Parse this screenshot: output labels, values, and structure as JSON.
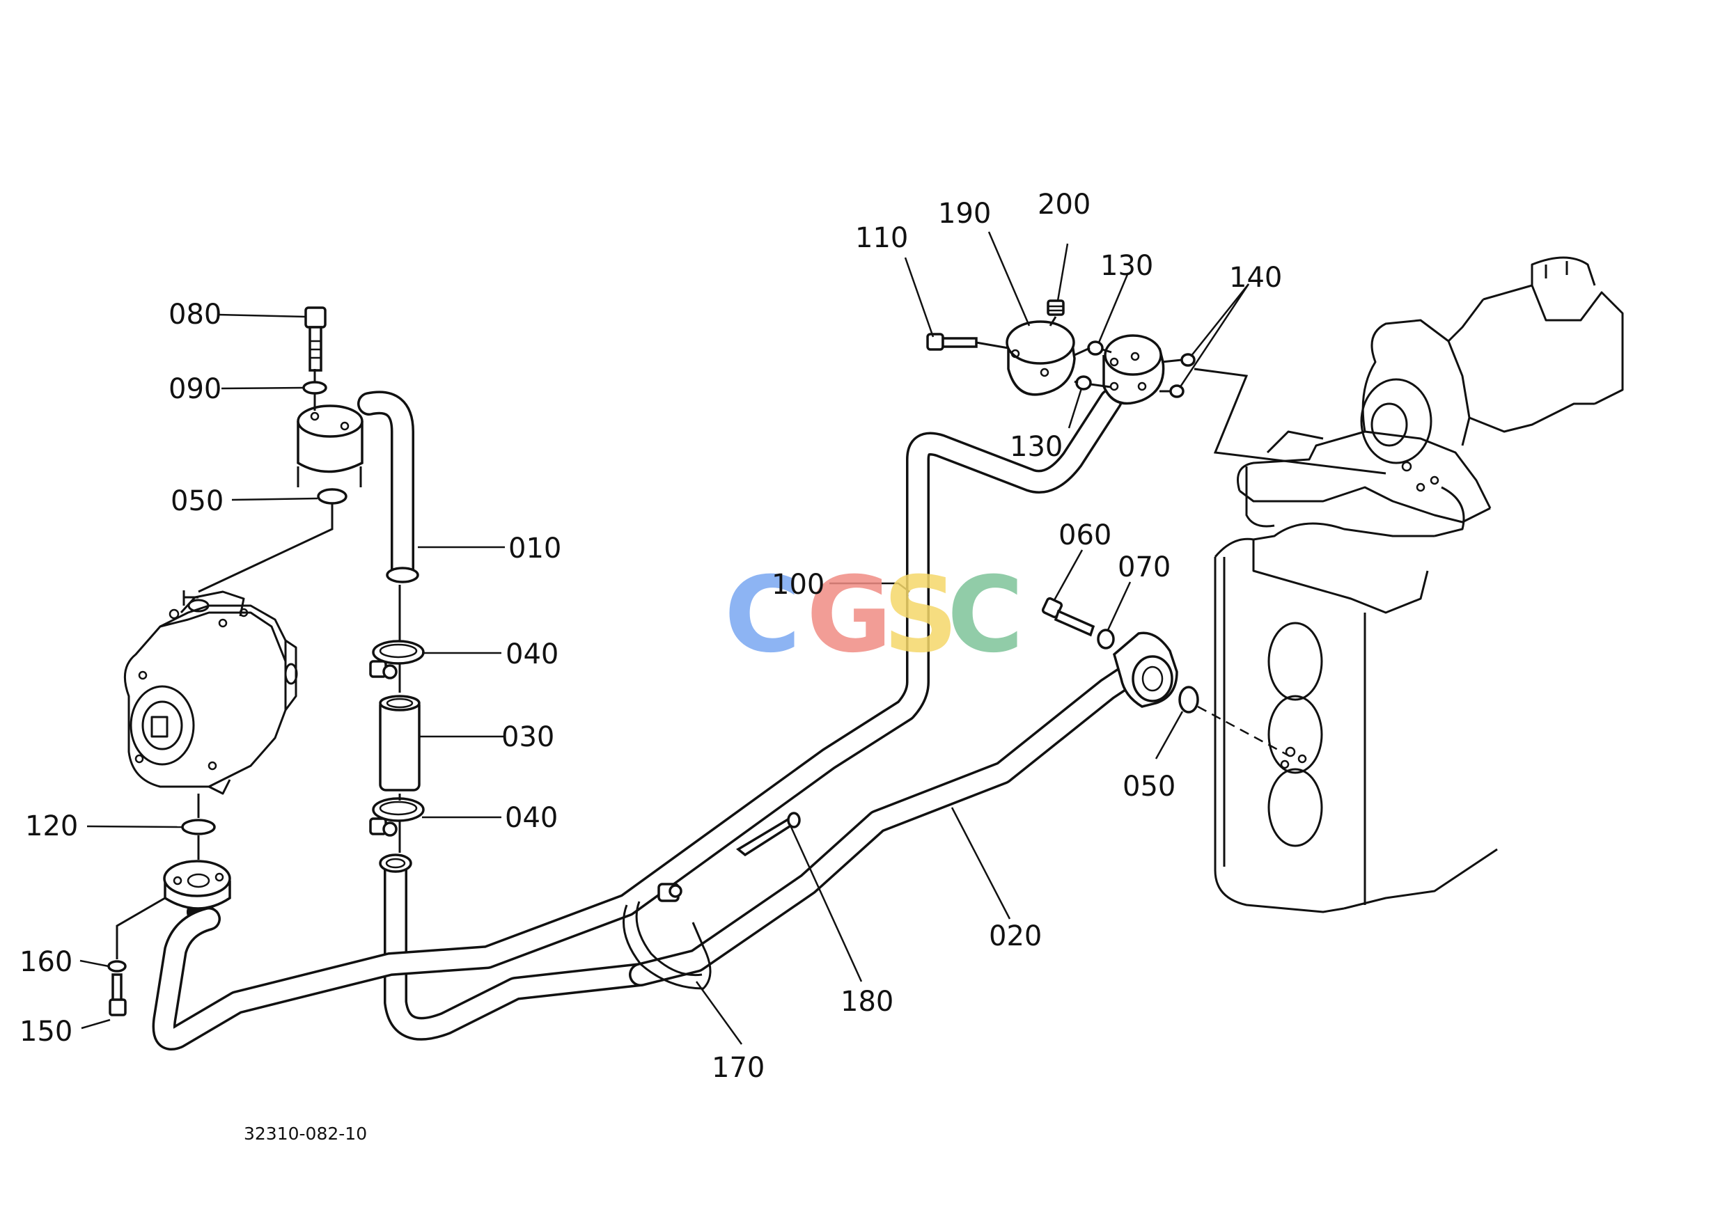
{
  "figure_code": "32310-082-10",
  "watermark": {
    "letters": [
      {
        "char": "C",
        "color": "#7aa8f2"
      },
      {
        "char": "G",
        "color": "#f08c84"
      },
      {
        "char": "S",
        "color": "#f5d86a"
      },
      {
        "char": "C",
        "color": "#7ec49a"
      }
    ]
  },
  "callouts": {
    "p010": "010",
    "p020": "020",
    "p030": "030",
    "p040_upper": "040",
    "p040_lower": "040",
    "p050_left": "050",
    "p050_right": "050",
    "p060": "060",
    "p070": "070",
    "p080": "080",
    "p090": "090",
    "p100": "100",
    "p110": "110",
    "p120": "120",
    "p130_upper": "130",
    "p130_lower": "130",
    "p140": "140",
    "p150": "150",
    "p160": "160",
    "p170": "170",
    "p180": "180",
    "p190": "190",
    "p200": "200"
  }
}
